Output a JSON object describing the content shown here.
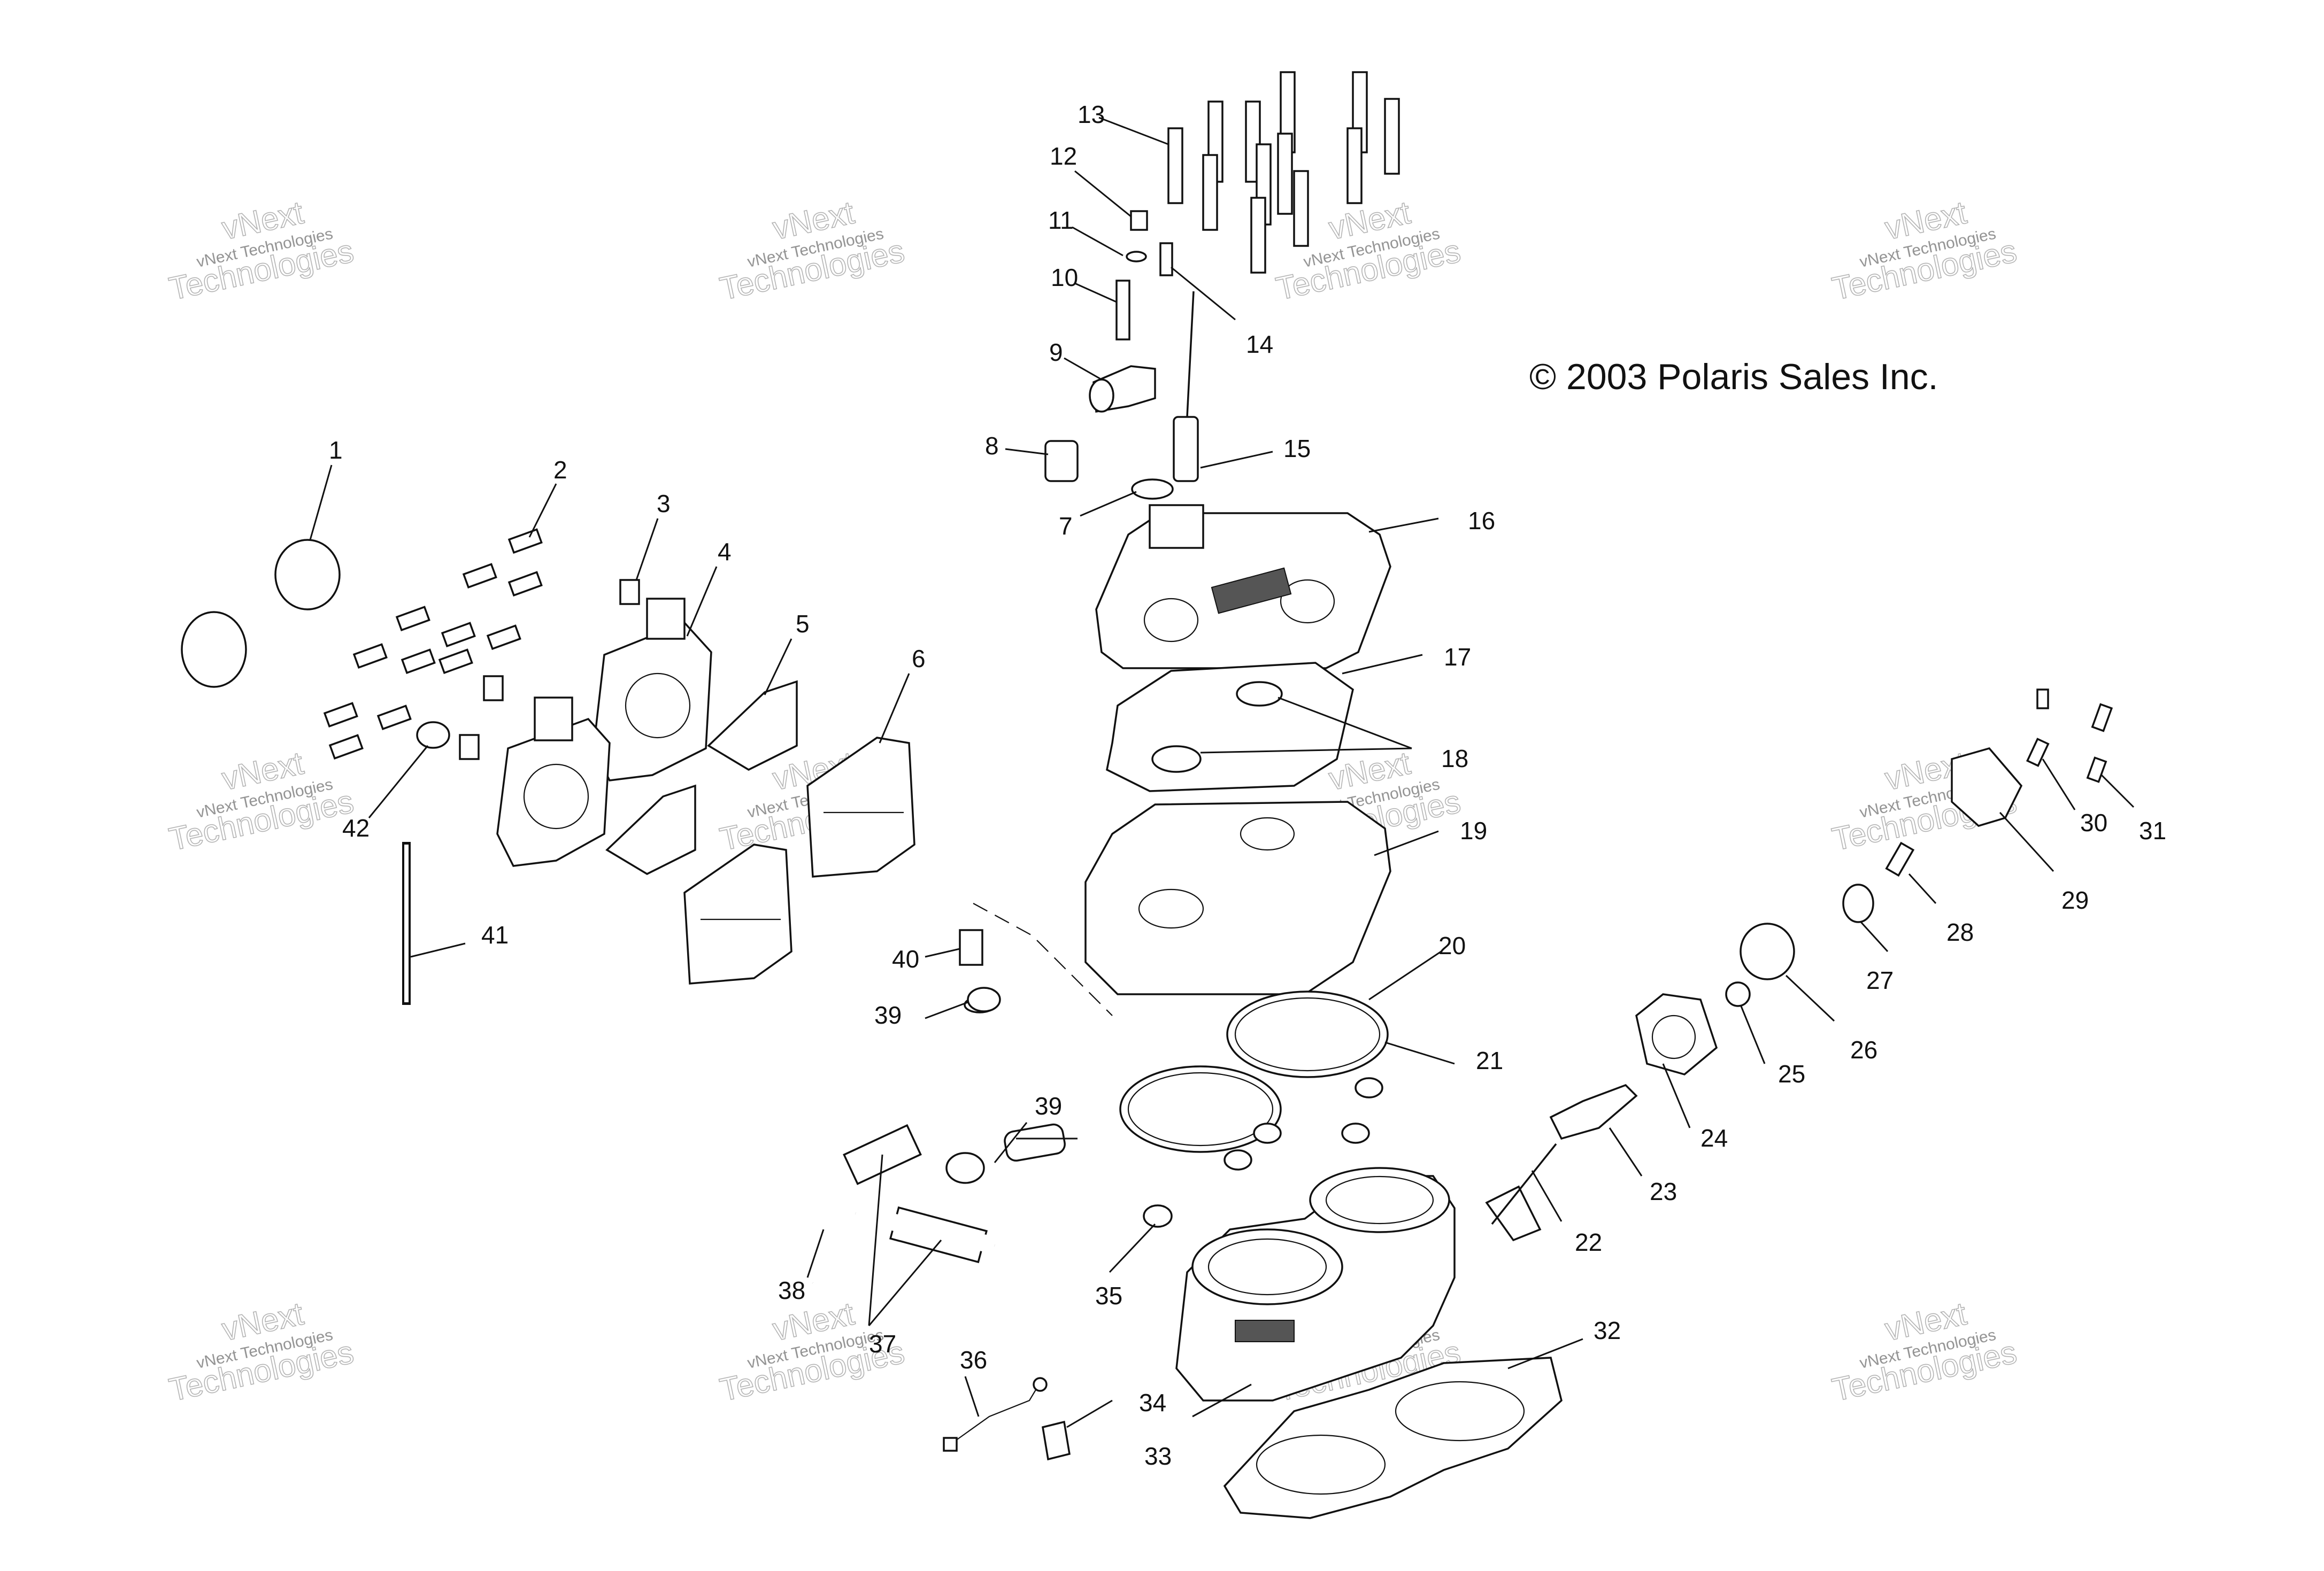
{
  "copyright": "© 2003 Polaris Sales Inc.",
  "watermark": {
    "small": "vNext Technologies",
    "big_top": "vNext",
    "big_bottom": "Technologies"
  },
  "callouts": [
    "1",
    "2",
    "3",
    "4",
    "5",
    "6",
    "7",
    "8",
    "9",
    "10",
    "11",
    "12",
    "13",
    "14",
    "15",
    "16",
    "17",
    "18",
    "19",
    "20",
    "21",
    "22",
    "23",
    "24",
    "25",
    "26",
    "27",
    "28",
    "29",
    "30",
    "31",
    "32",
    "33",
    "34",
    "35",
    "36",
    "37",
    "38",
    "39",
    "39",
    "40",
    "41",
    "42"
  ],
  "colors": {
    "line": "#111111",
    "background": "#ffffff",
    "watermark": "#9a9a9a"
  }
}
